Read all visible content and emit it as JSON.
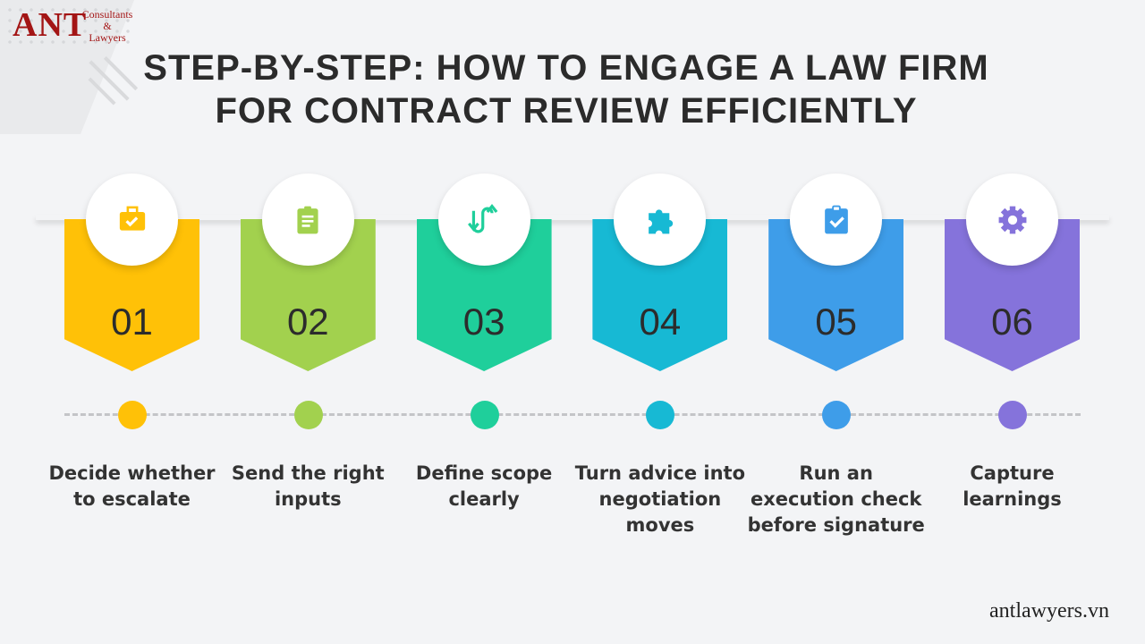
{
  "logo": {
    "main": "ANT",
    "line1": "Consultants",
    "line2": "&",
    "line3": "Lawyers"
  },
  "title": {
    "line1": "STEP-BY-STEP: HOW TO ENGAGE A LAW FIRM",
    "line2": "FOR CONTRACT REVIEW EFFICIENTLY"
  },
  "steps": [
    {
      "number": "01",
      "label": "Decide whether to escalate",
      "icon": "briefcase-check-icon",
      "color": "#FFC107"
    },
    {
      "number": "02",
      "label": "Send the right inputs",
      "icon": "clipboard-list-icon",
      "color": "#A2D14E"
    },
    {
      "number": "03",
      "label": "Define scope clearly",
      "icon": "arrows-up-down-icon",
      "color": "#1FCF9B"
    },
    {
      "number": "04",
      "label": "Turn advice into negotiation moves",
      "icon": "puzzle-icon",
      "color": "#17B9D4"
    },
    {
      "number": "05",
      "label": "Run an execution check before signature",
      "icon": "clipboard-check-icon",
      "color": "#3E9DE9"
    },
    {
      "number": "06",
      "label": "Capture learnings",
      "icon": "gear-icon",
      "color": "#8573DB"
    }
  ],
  "footer": {
    "website": "antlawyers.vn"
  }
}
